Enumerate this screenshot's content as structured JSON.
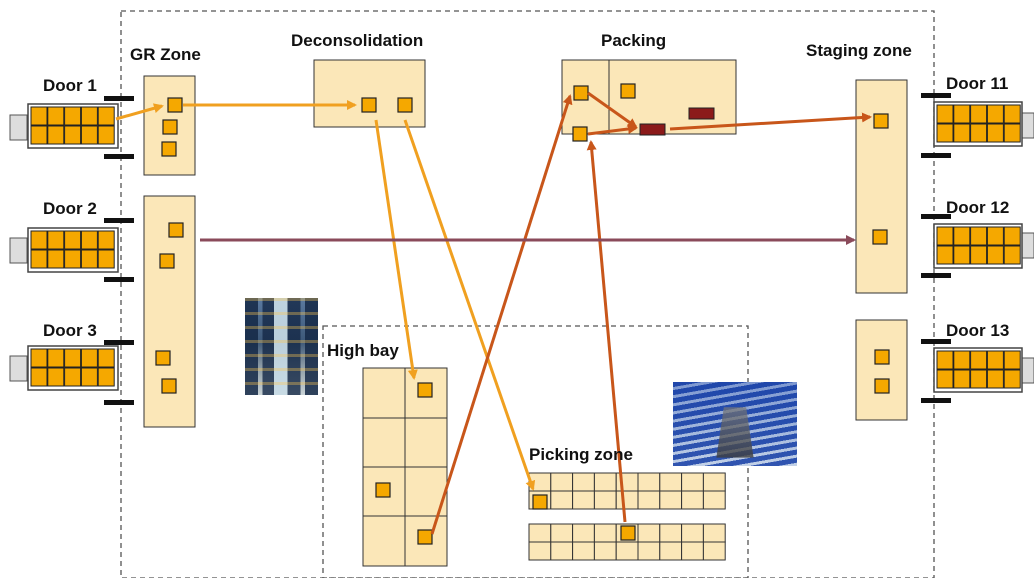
{
  "labels": {
    "gr_zone": "GR Zone",
    "deconsolidation": "Deconsolidation",
    "packing": "Packing",
    "staging_zone": "Staging zone",
    "high_bay": "High bay",
    "picking_zone": "Picking zone",
    "door1": "Door 1",
    "door2": "Door 2",
    "door3": "Door 3",
    "door11": "Door 11",
    "door12": "Door 12",
    "door13": "Door 13"
  },
  "photos": {
    "warehouse": "warehouse-aisle-photo",
    "picking": "picking-zone-photo"
  },
  "colors": {
    "zone_fill": "#fbe7b8",
    "zone_border": "#333333",
    "box_fill": "#f5a800",
    "packed_box": "#8b1a1a",
    "arrow_yellow": "#f0a020",
    "arrow_orange": "#c8561a",
    "arrow_maroon": "#8a4a5a",
    "truck_fill": "#f5a800",
    "dashed_border": "#555555"
  }
}
